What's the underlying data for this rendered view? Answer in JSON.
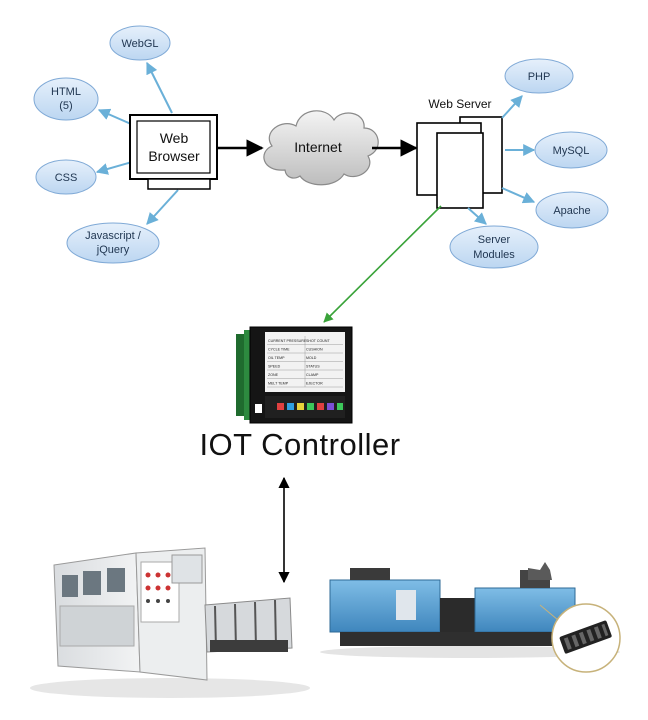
{
  "nodes": {
    "browser": {
      "label_line1": "Web",
      "label_line2": "Browser"
    },
    "internet": {
      "label": "Internet"
    },
    "server": {
      "label": "Web Server"
    },
    "controller": {
      "label": "IOT Controller"
    }
  },
  "client_tech": [
    {
      "line1": "WebGL",
      "line2": ""
    },
    {
      "line1": "HTML",
      "line2": "(5)"
    },
    {
      "line1": "CSS",
      "line2": ""
    },
    {
      "line1": "Javascript /",
      "line2": "jQuery"
    }
  ],
  "server_tech": [
    {
      "line1": "PHP",
      "line2": ""
    },
    {
      "line1": "MySQL",
      "line2": ""
    },
    {
      "line1": "Apache",
      "line2": ""
    },
    {
      "line1": "Server",
      "line2": "Modules"
    }
  ],
  "colors": {
    "bubble_fill": "#cfe3f7",
    "bubble_stroke": "#7fa9d6",
    "bubble_arrow": "#6ab0d8",
    "controller_link": "#3aa33a",
    "machine_blue": "#5ea7d8"
  },
  "controller_screen_rows": [
    [
      "CURRENT PRESSURE",
      "SHOT COUNT"
    ],
    [
      "CYCLE TIME",
      "CUSHION"
    ],
    [
      "OIL TEMP",
      "MOLD"
    ],
    [
      "SPEED",
      "STATUS"
    ],
    [
      "ZONE",
      "CLAMP"
    ],
    [
      "MELT TEMP",
      "EJECTOR"
    ]
  ]
}
